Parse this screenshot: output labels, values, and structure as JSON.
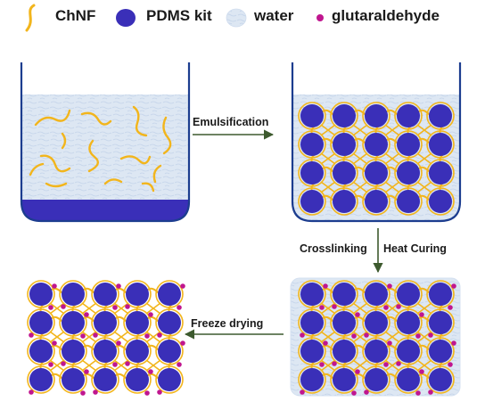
{
  "legend": {
    "chnf": "ChNF",
    "pdms": "PDMS kit",
    "water": "water",
    "glutaraldehyde": "glutaraldehyde"
  },
  "steps": {
    "emulsification": "Emulsification",
    "crosslinking": "Crosslinking",
    "heat_curing": "Heat Curing",
    "freeze_drying": "Freeze drying"
  },
  "colors": {
    "fiber": "#f2b51c",
    "droplet": "#3a2fb8",
    "water": "#dbe6f3",
    "crosslinker": "#c0168f",
    "beaker_outline": "#1c3d8f",
    "arrow": "#3d5a2e"
  }
}
